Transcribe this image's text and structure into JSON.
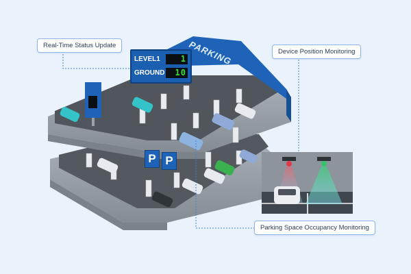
{
  "callouts": {
    "realtime": "Real-Time Status Update",
    "device": "Device Position Monitoring",
    "occupancy": "Parking Space Occupancy Monitoring"
  },
  "status_board": {
    "rows": [
      {
        "label": "LEVEL1",
        "value": "1"
      },
      {
        "label": "GROUND",
        "value": "10"
      }
    ]
  },
  "brand_text": "PARKING",
  "parking_sign": "P",
  "colors": {
    "background": "#eaf2fc",
    "board": "#1b5fb0",
    "digits": "#3ddc3a",
    "sensor_red": "#e0394c",
    "sensor_green": "#35c46b",
    "beam": "#7fe3f3",
    "floor": "#585d63"
  }
}
